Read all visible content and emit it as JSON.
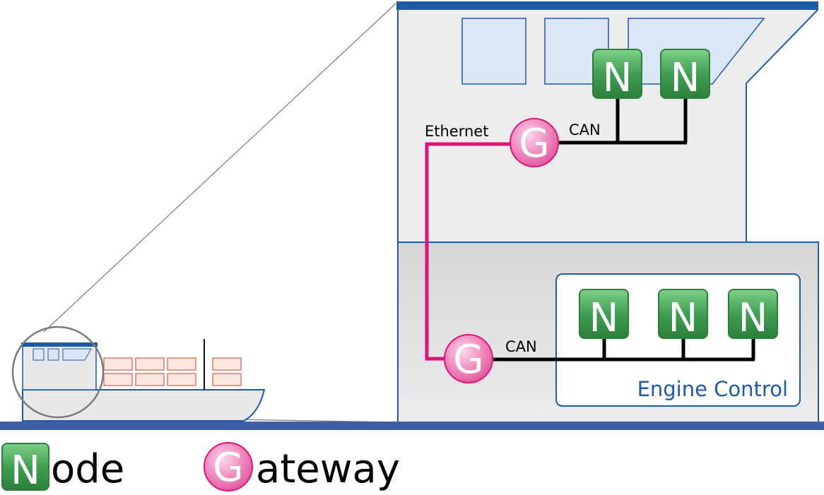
{
  "labels": {
    "ethernet": "Ethernet",
    "can_upper": "CAN",
    "can_lower": "CAN",
    "engine_control": "Engine Control"
  },
  "glyphs": {
    "node": "N",
    "gateway": "G"
  },
  "legend": {
    "node_rest": "ode",
    "gateway_rest": "ateway"
  },
  "colors": {
    "ship_blue": "#1f5aa8",
    "water": "#3f5ea6",
    "hull_gray": "#e8e8e8",
    "engine_room_gray": "#e2e2e2",
    "ethernet_magenta": "#e0137a",
    "can_black": "#000000",
    "node_green": "#3a9a4c",
    "gateway_pink": "#e86aaa",
    "cargo_red": "#e08a7a",
    "window_blue": "#dbe6f7"
  }
}
